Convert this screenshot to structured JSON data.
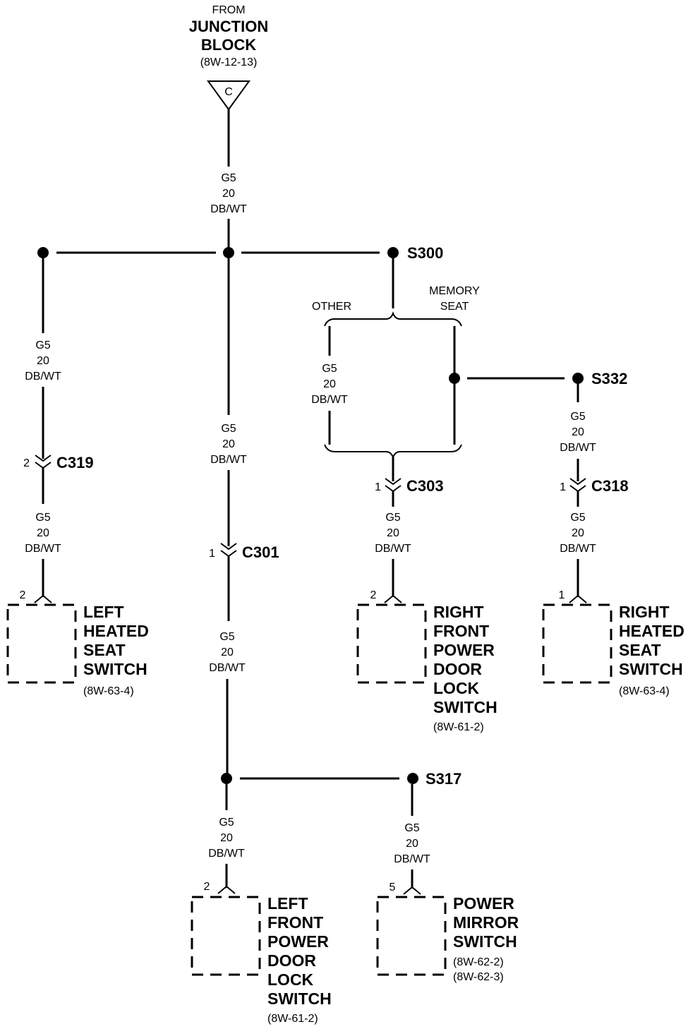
{
  "source": {
    "from_label": "FROM",
    "name_line1": "JUNCTION",
    "name_line2": "BLOCK",
    "ref": "(8W-12-13)",
    "connector_letter": "C"
  },
  "wire": {
    "circuit": "G5",
    "gauge": "20",
    "color": "DB/WT"
  },
  "splices": {
    "s300": "S300",
    "s332": "S332",
    "s317": "S317"
  },
  "branch_labels": {
    "other": "OTHER",
    "memory_line1": "MEMORY",
    "memory_line2": "SEAT"
  },
  "connectors": {
    "c319": {
      "name": "C319",
      "pin": "2"
    },
    "c301": {
      "name": "C301",
      "pin": "1"
    },
    "c303": {
      "name": "C303",
      "pin": "1"
    },
    "c318": {
      "name": "C318",
      "pin": "1"
    }
  },
  "components": {
    "left_heated_seat": {
      "pin": "2",
      "lines": [
        "LEFT",
        "HEATED",
        "SEAT",
        "SWITCH"
      ],
      "ref": "(8W-63-4)"
    },
    "right_front_door_lock": {
      "pin": "2",
      "lines": [
        "RIGHT",
        "FRONT",
        "POWER",
        "DOOR",
        "LOCK",
        "SWITCH"
      ],
      "ref": "(8W-61-2)"
    },
    "right_heated_seat": {
      "pin": "1",
      "lines": [
        "RIGHT",
        "HEATED",
        "SEAT",
        "SWITCH"
      ],
      "ref": "(8W-63-4)"
    },
    "left_front_door_lock": {
      "pin": "2",
      "lines": [
        "LEFT",
        "FRONT",
        "POWER",
        "DOOR",
        "LOCK",
        "SWITCH"
      ],
      "ref": "(8W-61-2)"
    },
    "power_mirror": {
      "pin": "5",
      "lines": [
        "POWER",
        "MIRROR",
        "SWITCH"
      ],
      "refs": [
        "(8W-62-2)",
        "(8W-62-3)"
      ]
    }
  }
}
